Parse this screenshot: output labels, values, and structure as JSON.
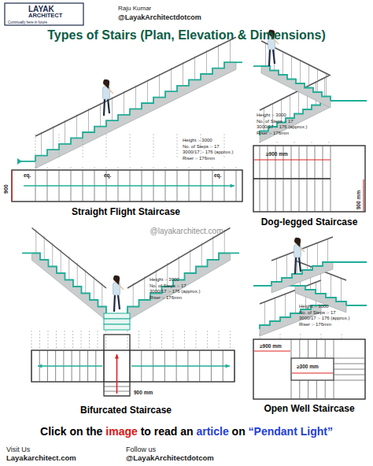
{
  "diagram": {
    "title": "Types of Stairs (Plan, Elevation & Dimensions)",
    "labels": [
      "LAYAK",
      "ARCHITECT",
      "Continually here in future",
      "Raju Kumar",
      "@LayakArchitectdotcom",
      "eq.",
      "eq.",
      "eq.",
      "900",
      "Height :- 3000",
      "No. of Steps :- 17",
      "3000/17 :- 176 (approx.)",
      "Riser :- 176mm",
      "Straight Flight Staircase",
      "Height :- 3000",
      "No. of Steps :- 17",
      "3000/17 :- 176 (approx.)",
      "Riser :- 176mm",
      "≥900 mm",
      "900 mm",
      "Dog-legged Staircase",
      "@layakarchitect.com",
      "Height :- 3000",
      "No. of Steps :- 17",
      "3000/17 :- 176 (approx.)",
      "Riser :- 176mm",
      "900 mm",
      "Bifurcated Staircase",
      "Height :- 3000",
      "No. of Steps :- 17",
      "3000/17 :- 176 (approx.)",
      "Riser :- 176mm",
      "≥900 mm",
      "≥300 mm",
      "Open Well Staircase",
      "Click on the ",
      "image",
      " to read an ",
      "article",
      " on ",
      "“Pendant Light”",
      "Visit Us",
      "Layakarchitect.com",
      "Follow us",
      "@LayakArchitectdotcom"
    ]
  }
}
